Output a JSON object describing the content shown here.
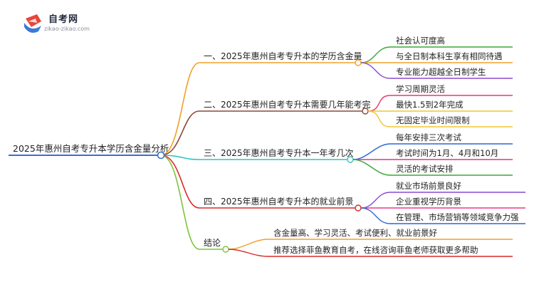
{
  "logo": {
    "title": "自考网",
    "url": "zikao-zikao.com"
  },
  "root": {
    "label": "2025年惠州自考专升本学历含金量分析"
  },
  "branches": [
    {
      "label": "一、2025年惠州自考专升本的学历含金量",
      "color": "#f0a02a",
      "children": [
        "社会认可度高",
        "与全日制本科生享有相同待遇",
        "专业能力超越全日制学生"
      ]
    },
    {
      "label": "二、2025年惠州自考专升本需要几年能考完",
      "color": "#8a4a3a",
      "children": [
        "学习周期灵活",
        "最快1.5到2年完成",
        "无固定毕业时间限制"
      ]
    },
    {
      "label": "三、2025年惠州自考专升本一年考几次",
      "color": "#2ec4c4",
      "children": [
        "每年安排三次考试",
        "考试时间为1月、4月和10月",
        "灵活的考试安排"
      ]
    },
    {
      "label": "四、2025年惠州自考专升本的就业前景",
      "color": "#d82a2a",
      "children": [
        "就业市场前景良好",
        "企业重视学历背景",
        "在管理、市场营销等领域竞争力强"
      ]
    },
    {
      "label": "结论",
      "color": "#7cc43a",
      "children": [
        "含金量高、学习灵活、考试便利、就业前景好",
        "推荐选择菲鱼教育自考，在线咨询菲鱼老师获取更多帮助"
      ]
    }
  ],
  "colors": {
    "root_line": "#3a6fd0",
    "leaf_colors": [
      [
        "#3aa83a",
        "#f0a02a",
        "#8a4ad0"
      ],
      [
        "#e83a6a",
        "#e8c83a",
        "#f0c830"
      ],
      [
        "#2a6ad0",
        "#d83a8a",
        "#3aa83a"
      ],
      [
        "#8a4ad0",
        "#e83a8a",
        "#2a6ad0"
      ],
      [
        "#f0a02a",
        "#d82a2a"
      ]
    ]
  }
}
